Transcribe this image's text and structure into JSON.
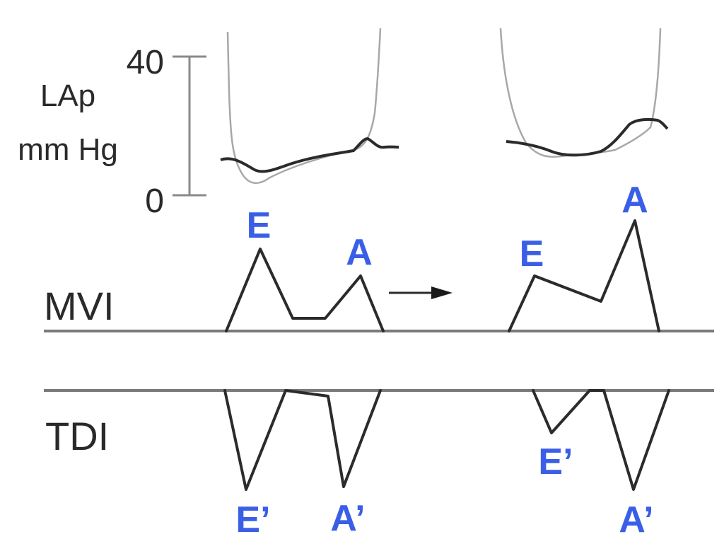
{
  "axis": {
    "label_line1": "LAp",
    "label_line2": "mm Hg",
    "tick_top": "40",
    "tick_bottom": "0"
  },
  "rows": {
    "mvi": "MVI",
    "tdi": "TDI"
  },
  "wave_labels": {
    "left_E": "E",
    "left_A": "A",
    "left_E_prime": "E’",
    "left_A_prime": "A’",
    "right_E": "E",
    "right_A": "A",
    "right_E_prime": "E’",
    "right_A_prime": "A’"
  },
  "colors": {
    "label_blue": "#3a5fe6",
    "trace": "#2b2b2b"
  }
}
